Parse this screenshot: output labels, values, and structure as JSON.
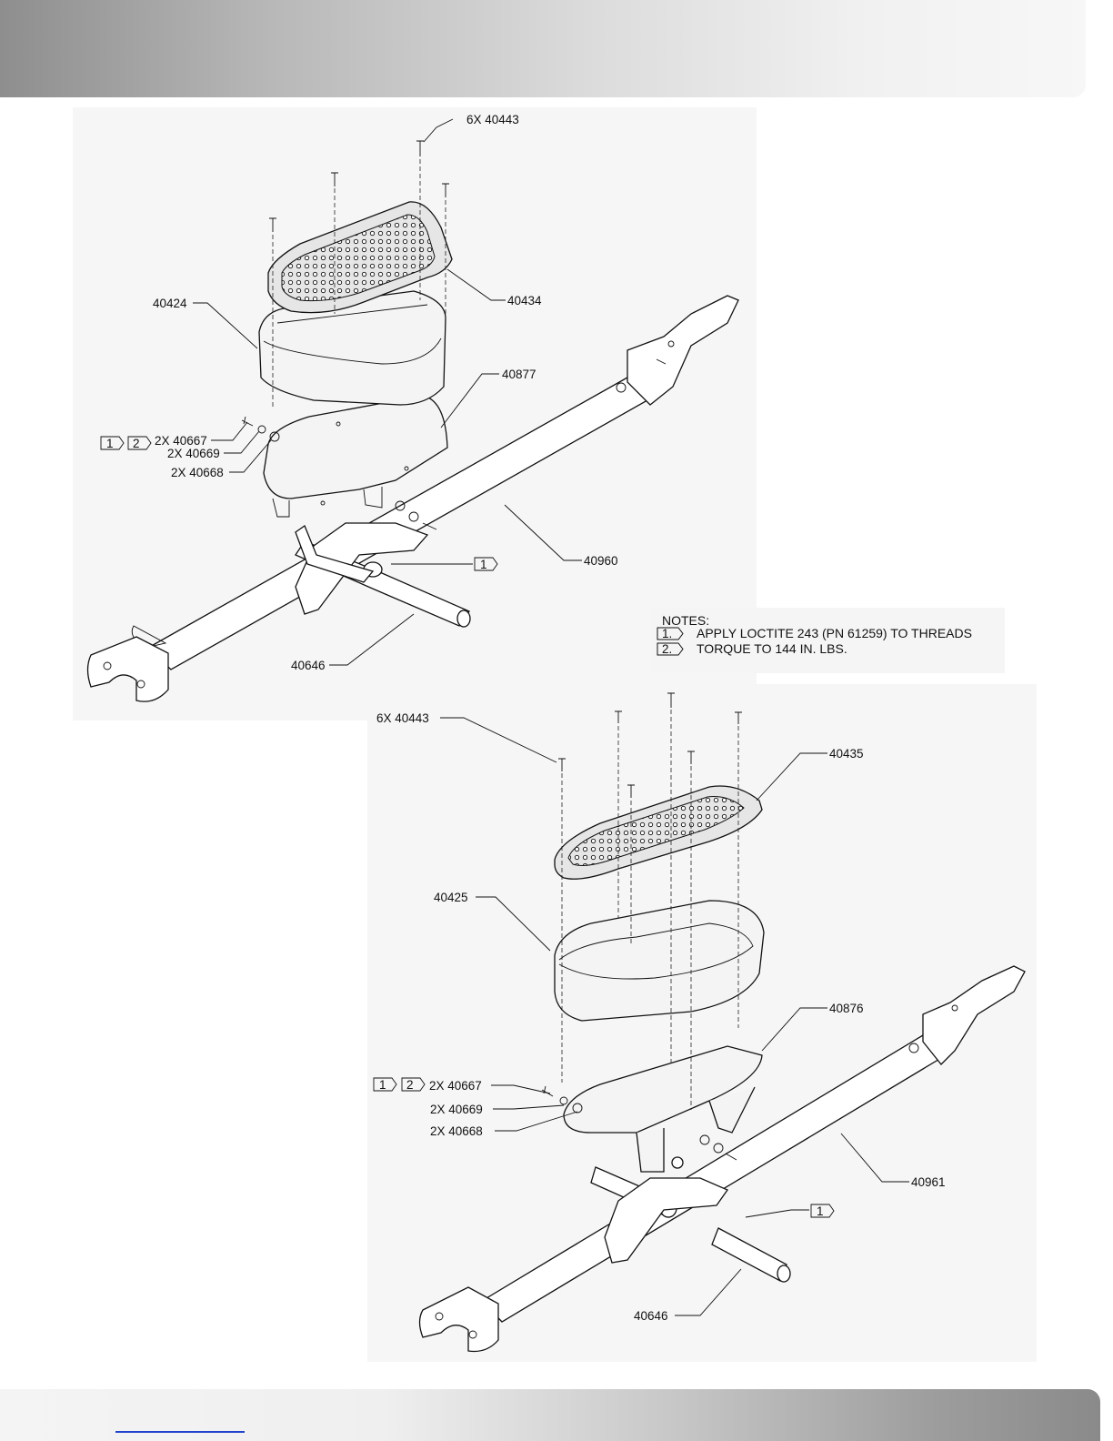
{
  "header": {
    "text": ""
  },
  "diagram_top": {
    "callouts": [
      {
        "text": "6X 40443"
      },
      {
        "text": "40424"
      },
      {
        "text": "40434"
      },
      {
        "text": "40877"
      },
      {
        "text": "2X 40667"
      },
      {
        "text": "2X 40669"
      },
      {
        "text": "2X 40668"
      },
      {
        "text": "40960"
      },
      {
        "text": "40646"
      }
    ],
    "flags": [
      "1",
      "2",
      "1"
    ]
  },
  "notes": {
    "title": "NOTES:",
    "items": [
      {
        "flag": "1.",
        "text": "APPLY LOCTITE 243 (PN 61259) TO THREADS"
      },
      {
        "flag": "2.",
        "text": "TORQUE TO 144 IN. LBS."
      }
    ]
  },
  "diagram_bottom": {
    "callouts": [
      {
        "text": "6X 40443"
      },
      {
        "text": "40435"
      },
      {
        "text": "40425"
      },
      {
        "text": "40876"
      },
      {
        "text": "2X 40667"
      },
      {
        "text": "2X 40669"
      },
      {
        "text": "2X 40668"
      },
      {
        "text": "40961"
      },
      {
        "text": "40646"
      }
    ],
    "flags": [
      "1",
      "2",
      "1"
    ]
  },
  "footer": {
    "link_text": ""
  }
}
